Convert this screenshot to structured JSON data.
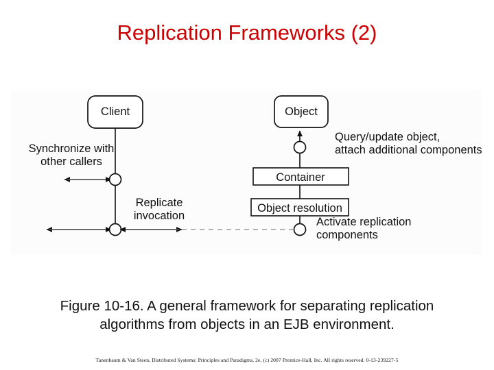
{
  "slide": {
    "title": "Replication Frameworks (2)",
    "title_color": "#CC0000",
    "background_color": "#ffffff"
  },
  "figure": {
    "background_color": "#fcfcfc",
    "boxes": [
      {
        "id": "client",
        "label": "Client",
        "shape": "rounded-rect"
      },
      {
        "id": "object",
        "label": "Object",
        "shape": "rounded-rect"
      },
      {
        "id": "container",
        "label": "Container",
        "shape": "rect"
      },
      {
        "id": "object-resolution",
        "label": "Object resolution",
        "shape": "rect"
      }
    ],
    "annotations": [
      {
        "id": "synchronize",
        "line1": "Synchronize with",
        "line2": "other callers"
      },
      {
        "id": "replicate",
        "line1": "Replicate",
        "line2": "invocation"
      },
      {
        "id": "query-update",
        "line1": "Query/update object,",
        "line2": "attach additional components"
      },
      {
        "id": "activate",
        "line1": "Activate replication",
        "line2": "components"
      }
    ]
  },
  "caption": {
    "line1": "Figure 10-16. A general framework for separating replication",
    "line2": "algorithms from objects in an EJB environment."
  },
  "footer": {
    "text": "Tanenbaum & Van Steen, Distributed Systems: Principles and Paradigms, 2e, (c) 2007 Prentice-Hall, Inc. All rights reserved. 0-13-239227-5"
  }
}
